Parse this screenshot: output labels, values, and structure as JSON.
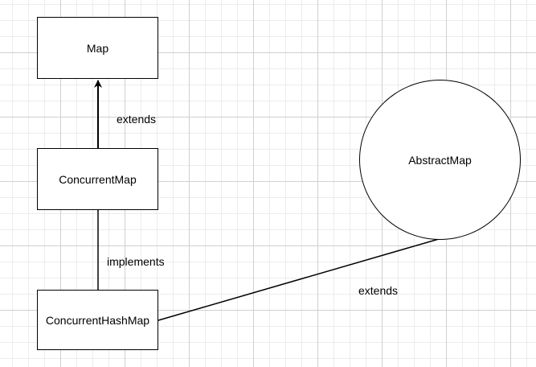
{
  "nodes": {
    "map": "Map",
    "concurrent_map": "ConcurrentMap",
    "concurrent_hash_map": "ConcurrentHashMap",
    "abstract_map": "AbstractMap"
  },
  "edges": {
    "concurrent_map_to_map": "extends",
    "concurrent_hash_map_to_concurrent_map": "implements",
    "concurrent_hash_map_to_abstract_map": "extends"
  },
  "colors": {
    "stroke": "#000000",
    "background": "#ffffff",
    "grid_minor": "#ececec",
    "grid_major": "#d0d0d0"
  }
}
